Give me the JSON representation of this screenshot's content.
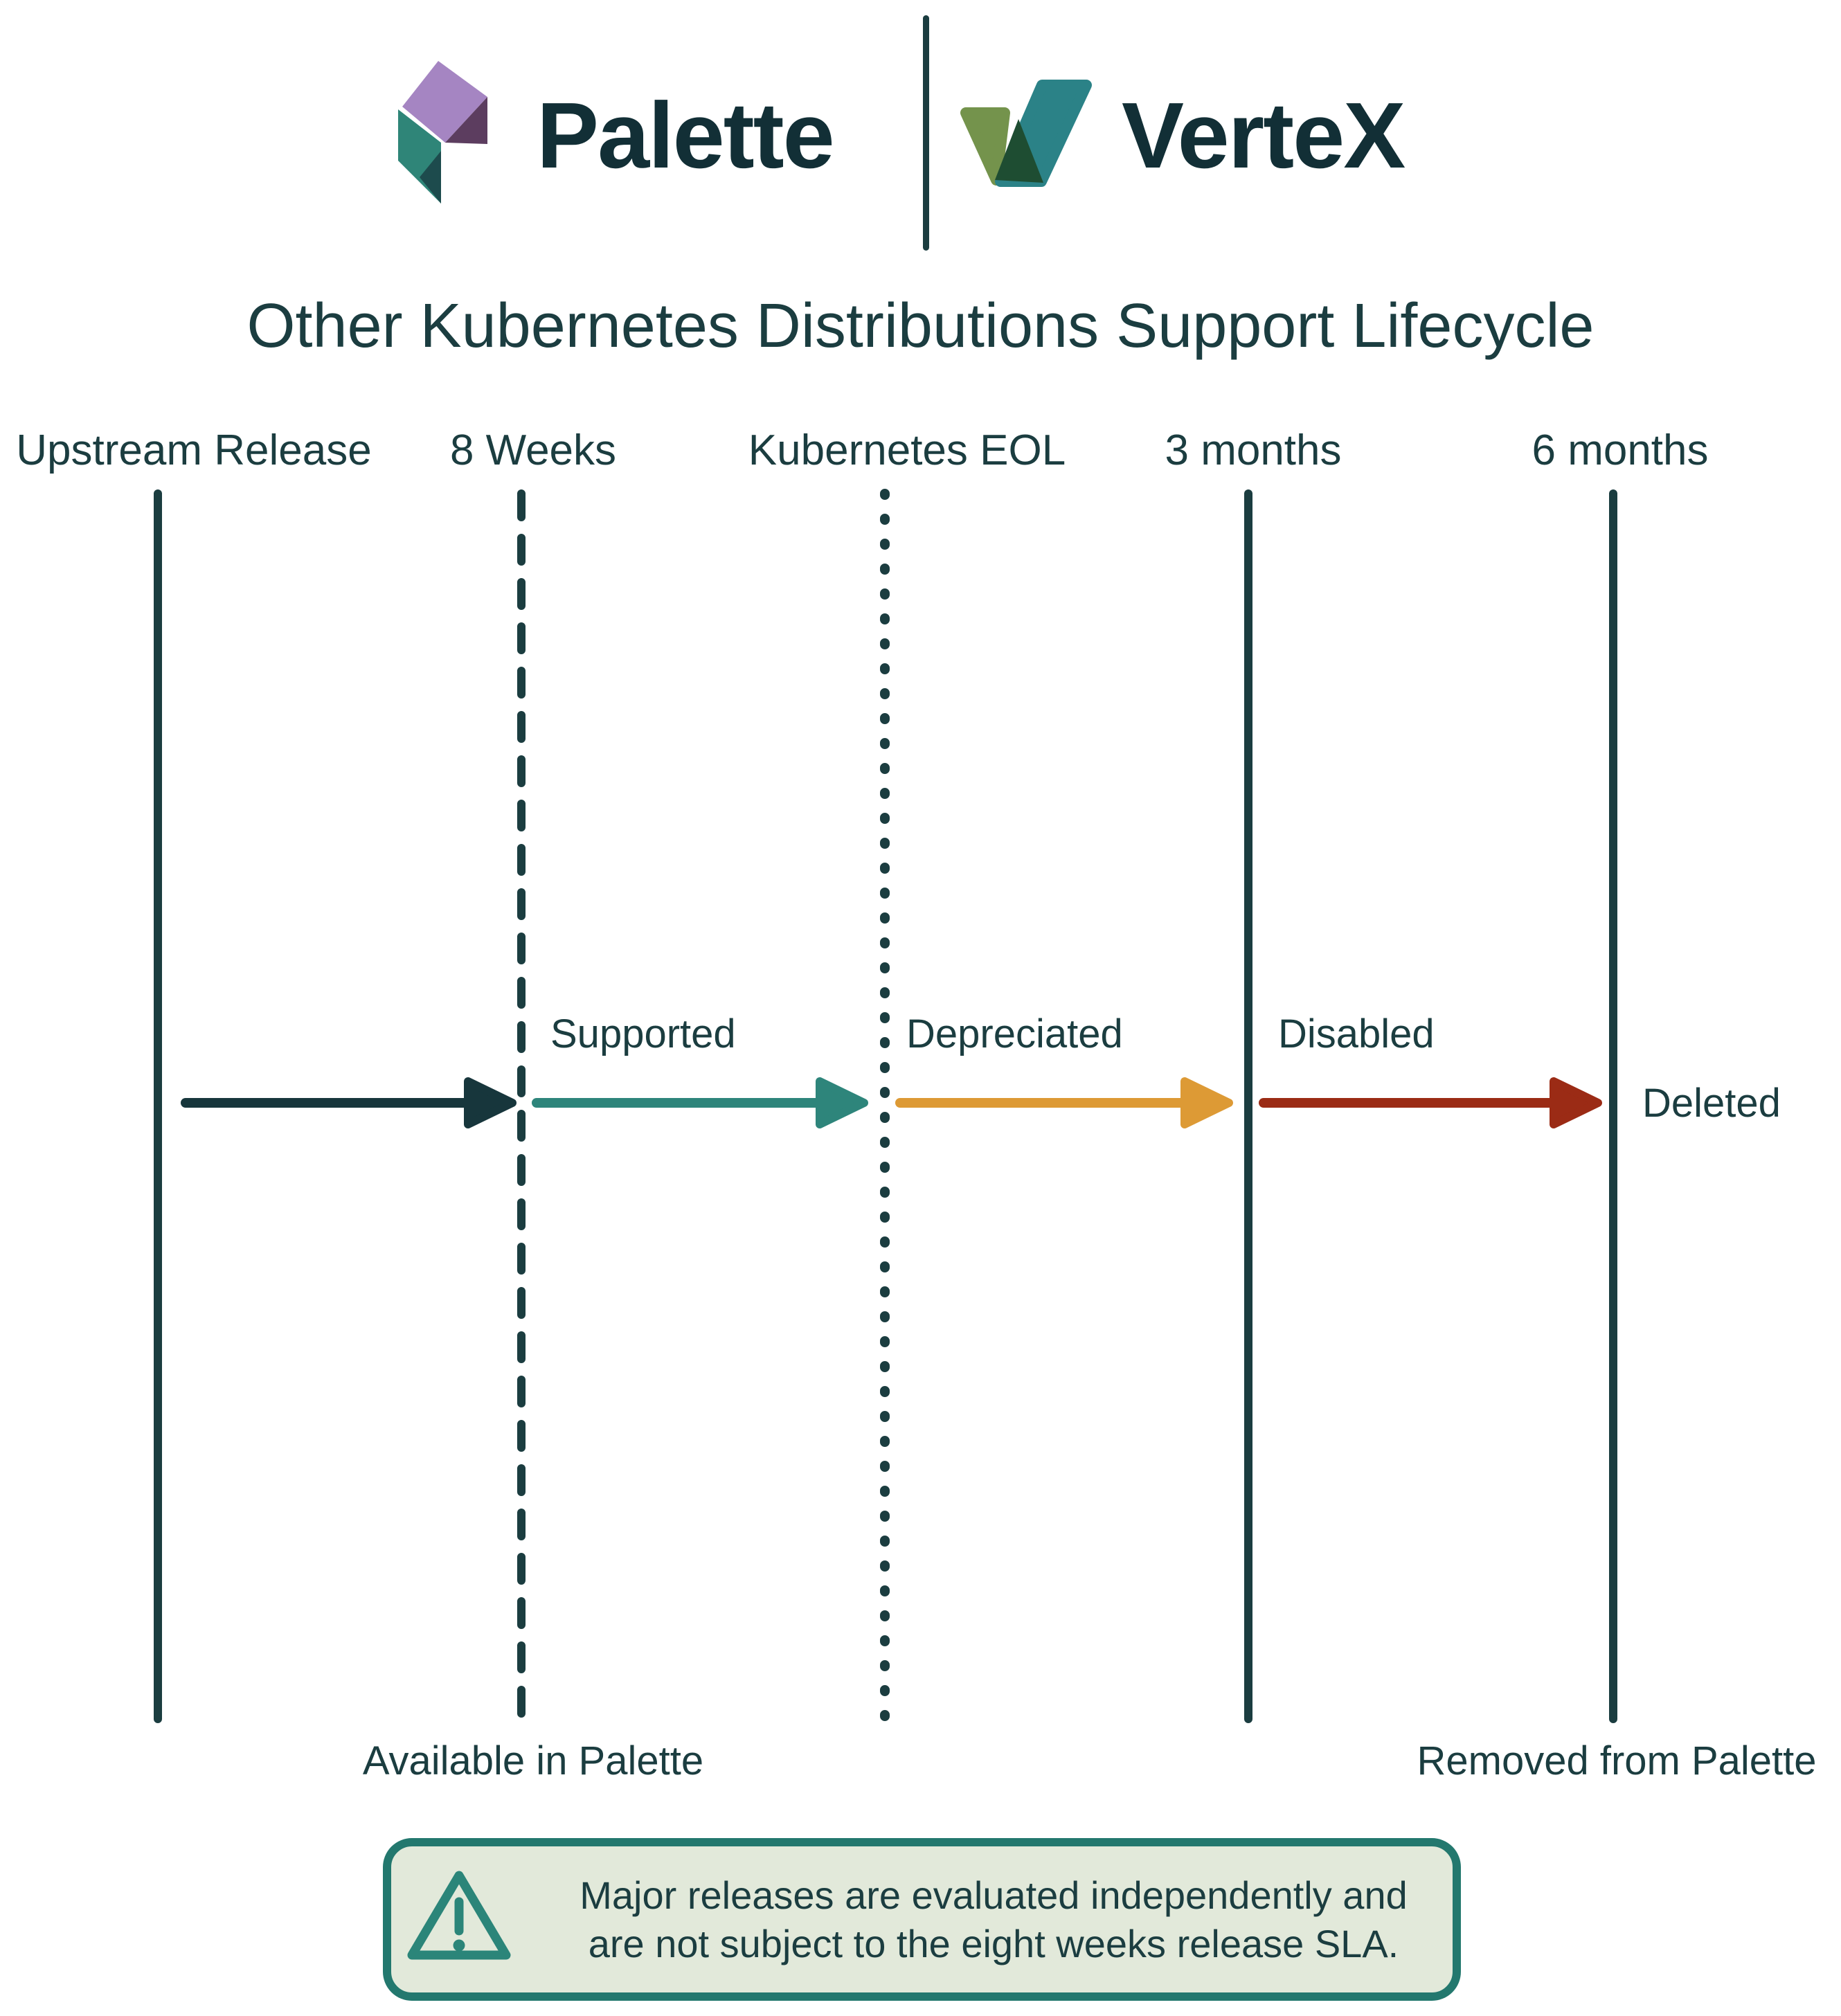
{
  "brand": {
    "palette": "Palette",
    "vertex": "VerteX"
  },
  "title": "Other Kubernetes Distributions Support Lifecycle",
  "timeline": {
    "milestones": [
      {
        "label": "Upstream Release",
        "line_style": "solid"
      },
      {
        "label": "8 Weeks",
        "line_style": "dashed"
      },
      {
        "label": "Kubernetes EOL",
        "line_style": "dotted"
      },
      {
        "label": "3 months",
        "line_style": "solid"
      },
      {
        "label": "6 months",
        "line_style": "solid"
      }
    ],
    "stages": [
      {
        "label": "Supported"
      },
      {
        "label": "Depreciated"
      },
      {
        "label": "Disabled"
      }
    ],
    "terminal_label": "Deleted",
    "availability": {
      "start": "Available in Palette",
      "end": "Removed from Palette"
    }
  },
  "note": {
    "line1": "Major releases are evaluated independently and",
    "line2": "are not subject to the eight weeks release SLA."
  },
  "colors": {
    "dark": "#1B3D40",
    "wordmark": "#122F36",
    "arrow-initial": "#17363C",
    "arrow-supported": "#2E857B",
    "arrow-depreciated": "#DD9A35",
    "arrow-disabled": "#9B2B15",
    "note-border": "#23786E",
    "note-bg": "#E2E9DA",
    "note-icon": "#2B8579",
    "logo-purple": "#A585C2",
    "logo-plum": "#5C3D5F",
    "logo-teal": "#2F8578",
    "logo-teal-dark": "#1D4B4D",
    "vertex-olive": "#74934C",
    "vertex-teal": "#2B8287",
    "vertex-dark": "#1E4D32"
  }
}
